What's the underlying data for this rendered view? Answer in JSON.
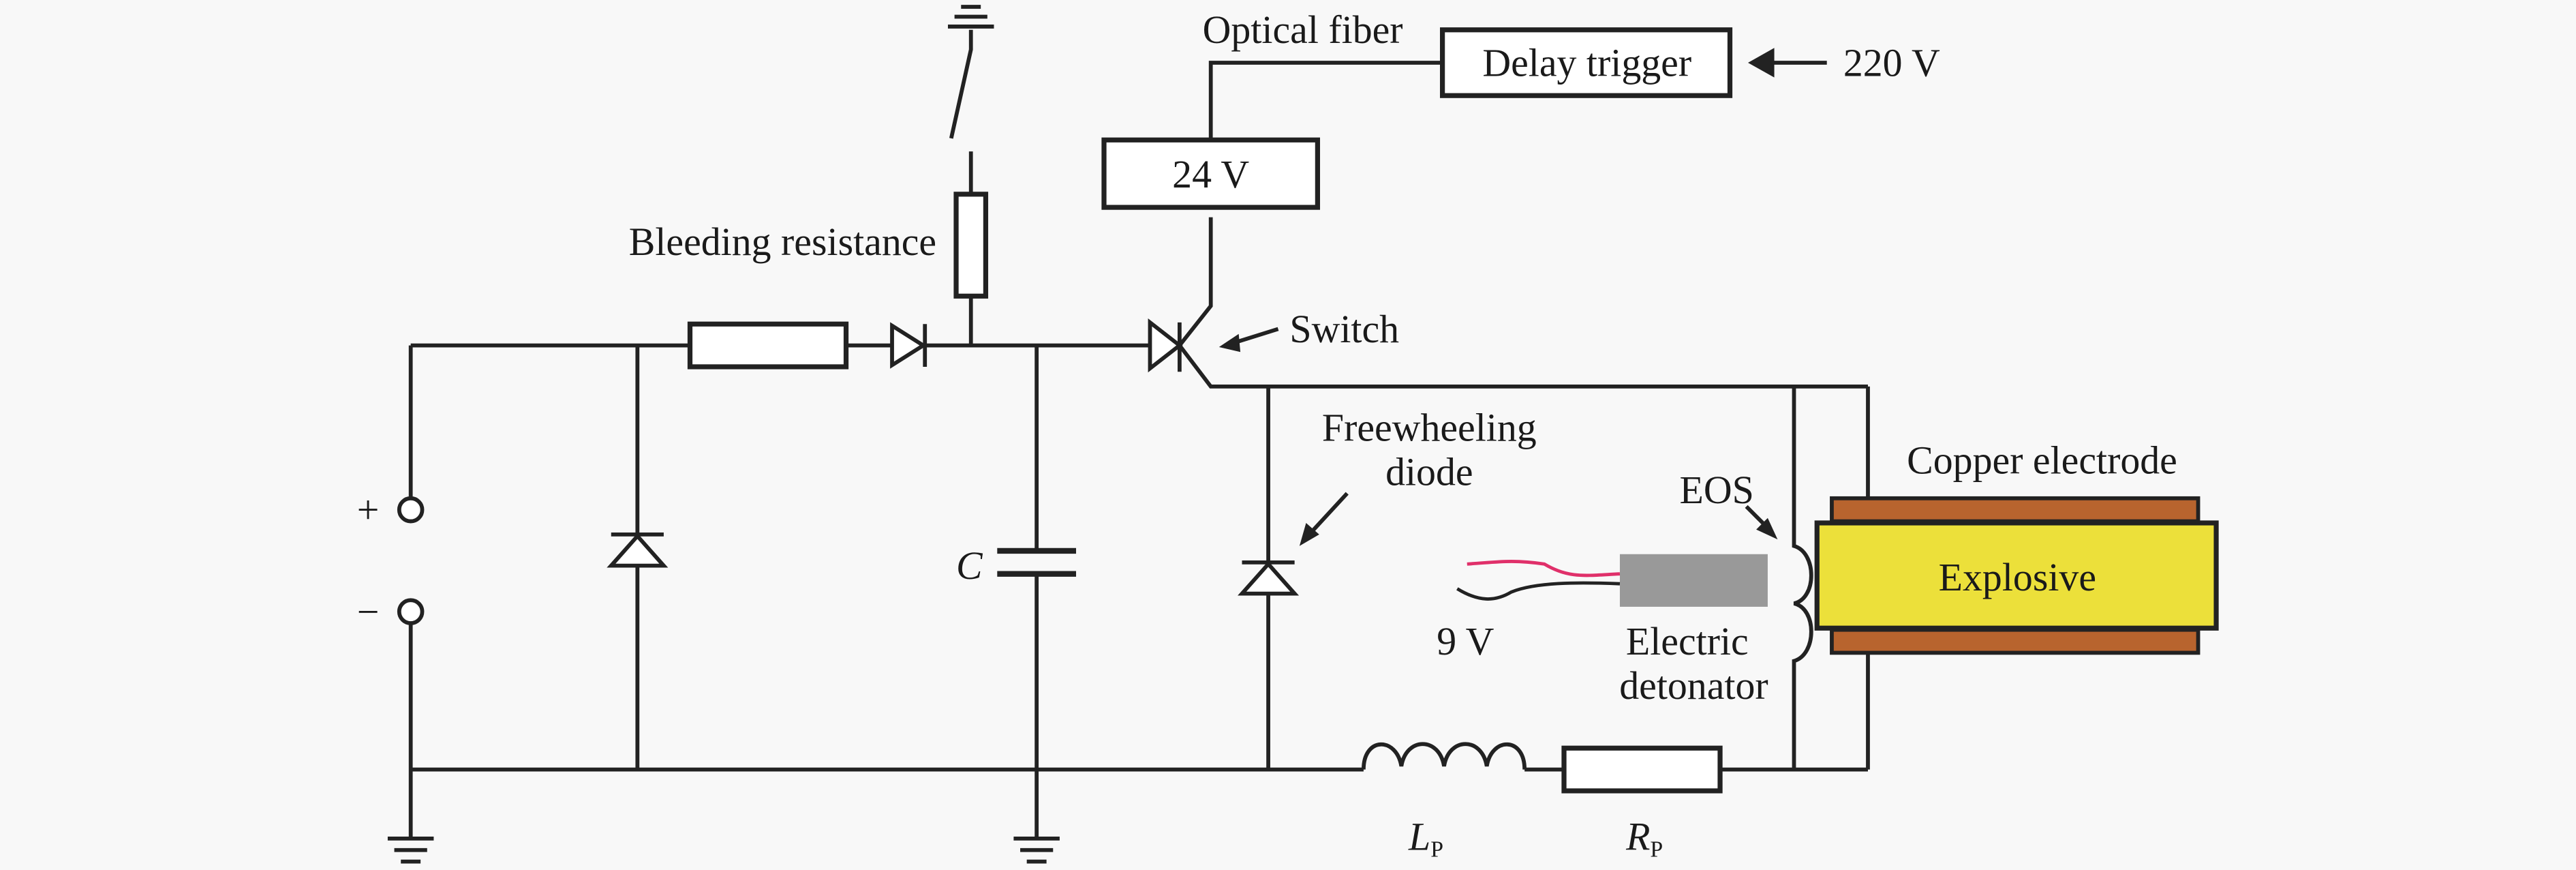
{
  "diagram": {
    "labels": {
      "optical_fiber": "Optical fiber",
      "delay_trigger": "Delay trigger",
      "supply_220": "220 V",
      "supply_24": "24 V",
      "bleeding_resistance": "Bleeding resistance",
      "switch": "Switch",
      "freewheeling_line1": "Freewheeling",
      "freewheeling_line2": "diode",
      "copper_electrode": "Copper electrode",
      "eos": "EOS",
      "explosive": "Explosive",
      "battery_9v": "9 V",
      "detonator_line1": "Electric",
      "detonator_line2": "detonator",
      "capacitor": "C",
      "plus": "+",
      "minus": "−",
      "inductor_main": "L",
      "inductor_sub": "P",
      "resistor_main": "R",
      "resistor_sub": "P"
    },
    "colors": {
      "explosive_fill": "#ece03a",
      "copper_fill": "#b8642e",
      "detonator_fill": "#999999",
      "wire_red": "#e0306a",
      "wire_black": "#222222",
      "line": "#222222",
      "background": "#f8f8f8"
    }
  }
}
